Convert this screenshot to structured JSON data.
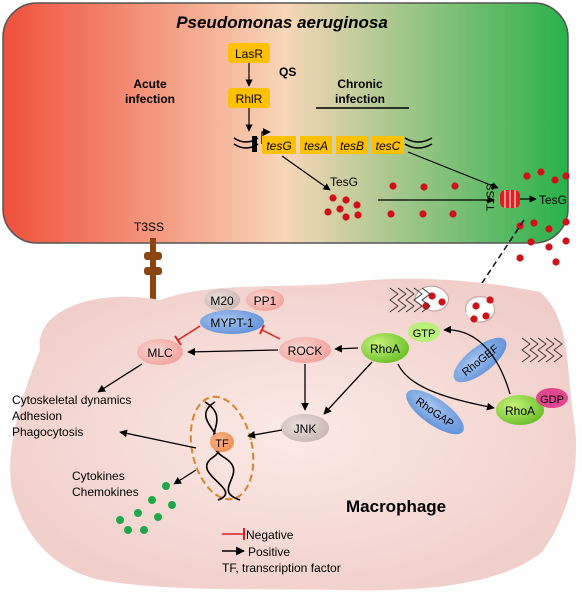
{
  "bacterium": {
    "title": "Pseudomonas aeruginosa",
    "lasr": "LasR",
    "rhlr": "RhlR",
    "qs": "QS",
    "acute_line1": "Acute",
    "acute_line2": "infection",
    "chronic_line1": "Chronic",
    "chronic_line2": "infection",
    "genes": [
      "tesG",
      "tesA",
      "tesB",
      "tesC"
    ],
    "tesg_inside": "TesG",
    "t1ss": "T1SS",
    "tesg_outside": "TesG",
    "t3ss": "T3SS"
  },
  "host": {
    "title": "Macrophage",
    "m20": "M20",
    "pp1": "PP1",
    "mypt1": "MYPT-1",
    "mlc": "MLC",
    "rock": "ROCK",
    "rhoa_active": "RhoA",
    "gtp": "GTP",
    "rhoa_inactive": "RhoA",
    "gdp": "GDP",
    "rhogef": "RhoGEF",
    "rhogap": "RhoGAP",
    "jnk": "JNK",
    "tf": "TF",
    "outcomes": [
      "Cytoskeletal dynamics",
      "Adhesion",
      "Phagocytosis"
    ],
    "cytokines": [
      "Cytokines",
      "Chemokines"
    ]
  },
  "legend": {
    "negative": "Negative",
    "positive": "Positive",
    "tf_note": "TF, transcription factor"
  },
  "colors": {
    "acute": "#f0503c",
    "middle": "#f8d6b8",
    "chronic": "#29b14a",
    "gene_box": "#ffc000",
    "tesg_dot": "#d0101a",
    "cytokine_dot": "#1fa84a",
    "inhibition": "#e02020",
    "t3ss": "#8b4513"
  }
}
